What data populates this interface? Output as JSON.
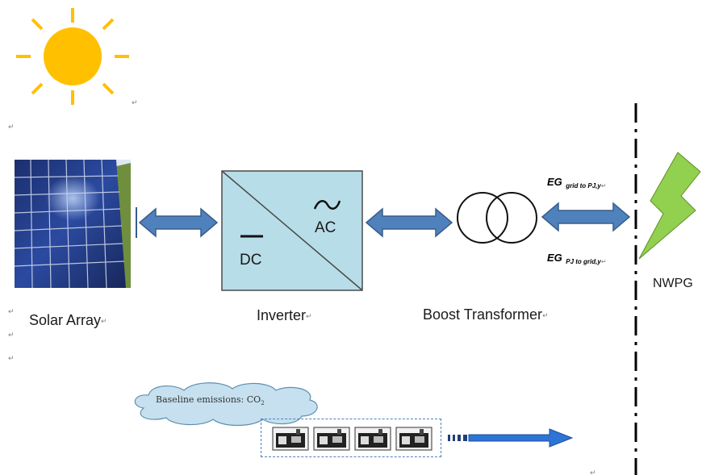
{
  "solar_label": "Solar Array",
  "inverter": {
    "label": "Inverter",
    "dc": "DC",
    "ac": "AC"
  },
  "transformer_label": "Boost Transformer",
  "grid_label": "NWPG",
  "flows": {
    "grid_to_project": {
      "main": "EG",
      "subscript": "grid to PJ,y"
    },
    "project_to_grid": {
      "main": "EG",
      "subscript": "PJ to grid,y"
    }
  },
  "emissions": {
    "main": "Baseline emissions: CO",
    "subscript": "2"
  },
  "paragraph_mark": "↵",
  "icons": {
    "sun": "sun-icon",
    "panel": "solar-panel-image",
    "lightning": "lightning-bolt-icon",
    "factory": "factory-icon"
  },
  "colors": {
    "arrow_fill": "#4f81bd",
    "arrow_stroke": "#385d8a",
    "inverter_fill": "#b7dde8",
    "sun": "#ffc000",
    "lightning": "#92d050",
    "cloud": "#c6e0ef",
    "grid_line": "#000000"
  }
}
